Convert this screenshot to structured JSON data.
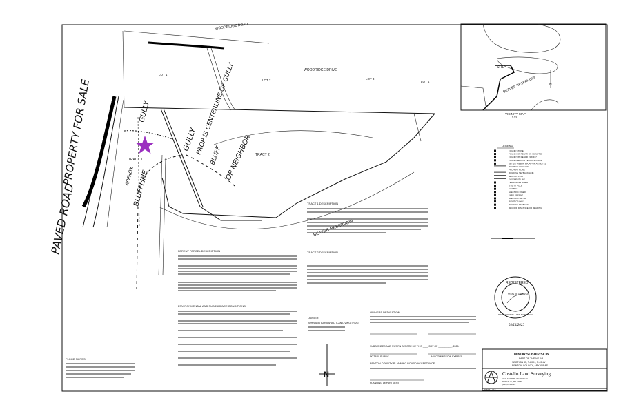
{
  "plat": {
    "road_top": "WOODRIDGE ROAD",
    "road_top2": "WOODRIDGE DRIVE",
    "lots": [
      "LOT 1",
      "LOT 2",
      "LOT 3",
      "LOT 4"
    ],
    "tract1": "TRACT 1",
    "tract2": "TRACT 2",
    "reservoir": "BEAVER RESERVOIR",
    "parent_parcel": "PARENT PARCEL DESCRIPTION",
    "tract1_desc": "TRACT 1 DESCRIPTION",
    "tract2_desc": "TRACT 2 DESCRIPTION",
    "environmental": "ENVIRONMENTAL AND SUBSURFACE CONDITIONS",
    "flood_notes": "FLOOD NOTES",
    "owner_label": "OWNER:",
    "owner_name": "JOHN AND BARBARA LITLAN LIVING TRUST",
    "owners_dedication": "OWNERS DEDICATION",
    "subscribed": "SUBSCRIBED AND SWORN BEFORE ME THIS ____ DAY OF __________, 2025.",
    "notary": "NOTARY PUBLIC",
    "commission": "MY COMMISSION EXPIRES",
    "planning_board": "BENTON COUNTY PLANNING BOARD ACCEPTANCE",
    "planning_dept": "PLANNING DEPARTMENT",
    "north": "N"
  },
  "annotations": {
    "paved_road": "PAVED ROAD",
    "property_for_sale": "PROPERTY FOR SALE",
    "gully1": "GULLY",
    "gully2": "GULLY",
    "centerline": "PROP IS CENTERLINE OF GULLY",
    "bluff": "BLUFF",
    "neighbor": "OP NEIGHBOR",
    "bluffline": "BLUFFLINE",
    "approx": "APPROX",
    "star_color": "#9b30c0"
  },
  "vicinity": {
    "title": "VICINITY MAP",
    "scale": "N.T.S.",
    "site": "SITE",
    "reservoir": "BEAVER RESERVOIR"
  },
  "legend": {
    "title": "LEGEND",
    "items": [
      "FOUND STONE",
      "FOUND 5/8\" REBAR OR AS NOTED",
      "FOUND 5/8\" REBAR LS#1437",
      "FOUND BENTON PEDON SPINDLE",
      "SET 1/2\" REBAR W/CAP OR AS NOTED",
      "RIGHT-OF-WAY LINE",
      "PROPERTY LINE",
      "BUILDING SETBACK LINE",
      "SECTION LINE",
      "EASEMENT LINE",
      "TELEPHONE RISER",
      "UTILITY POLE",
      "MAILBOX",
      "ELECTRIC RISER",
      "YARD SPEENT",
      "ELECTRIC METER",
      "RIGHT-OF-WAY",
      "BUILDING SETBACK",
      "RECORD DISTANCE OR BEARING"
    ]
  },
  "seal": {
    "top": "REGISTERED",
    "state": "STATE OF ARKANSAS",
    "bottom": "PROFESSIONAL LAND SURVEYOR",
    "date": "03/14/2025"
  },
  "title_block": {
    "title": "MINOR SUBDIVISION",
    "line1": "PART OF THE NE 1/4",
    "line2": "SECTION 35, T-20-N, R-28-W",
    "line3": "BENTON COUNTY, ARKANSAS",
    "company": "Costello Land Surveying",
    "address1": "4242 E. STATE HIGHWAY 60",
    "address2": "PINEVILLE, MO 64856",
    "phone": "(417) 223-4524",
    "sheet": "SHEET 1 OF 1"
  }
}
